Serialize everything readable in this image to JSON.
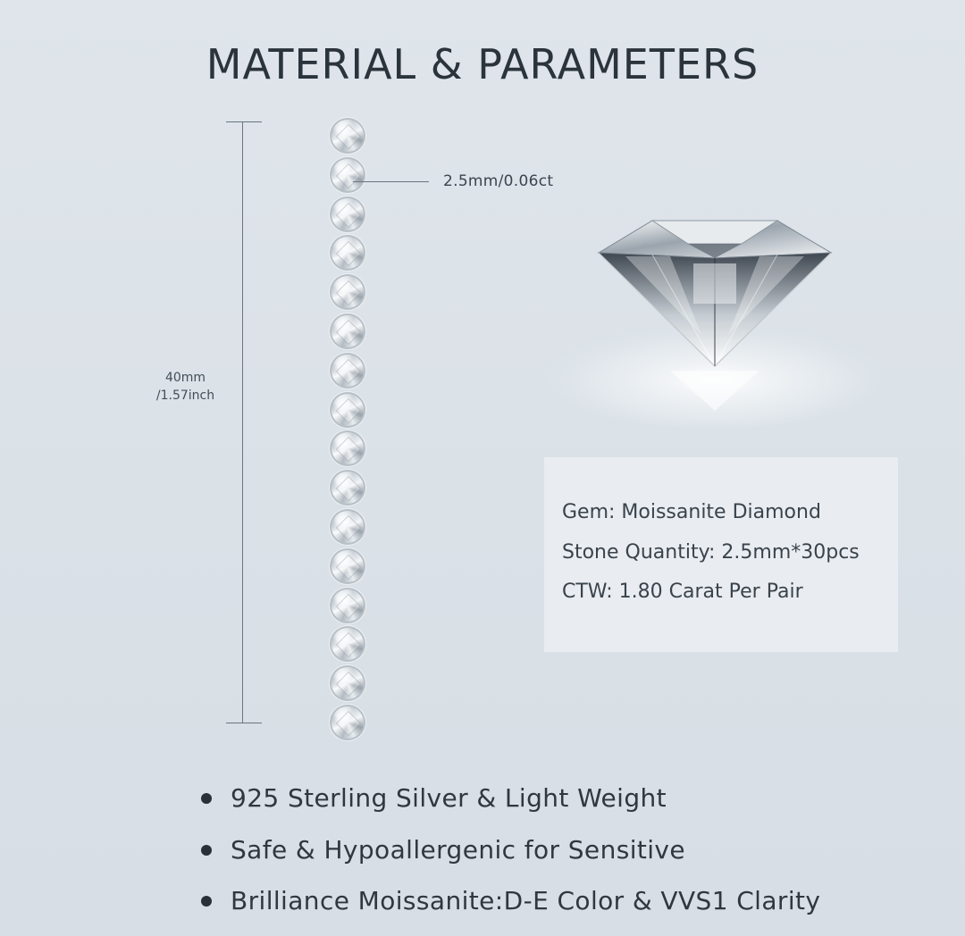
{
  "title": "MATERIAL & PARAMETERS",
  "length_label": {
    "line1": "40mm",
    "line2": "/1.57inch"
  },
  "stone_size_label": "2.5mm/0.06ct",
  "stone_count_visible": 16,
  "info": {
    "gem": "Gem: Moissanite Diamond",
    "stone_quantity": "Stone Quantity: 2.5mm*30pcs",
    "ctw": "CTW: 1.80 Carat Per Pair"
  },
  "features": [
    "925 Sterling Silver & Light Weight",
    "Safe & Hypoallergenic for Sensitive",
    "Brilliance Moissanite:D-E Color & VVS1 Clarity"
  ],
  "colors": {
    "background": "#dde3e9",
    "info_box": "#e9edf1",
    "text": "#2f3a44"
  },
  "icons": {
    "diamond": "diamond-illustration",
    "bullet": "bullet-icon"
  }
}
